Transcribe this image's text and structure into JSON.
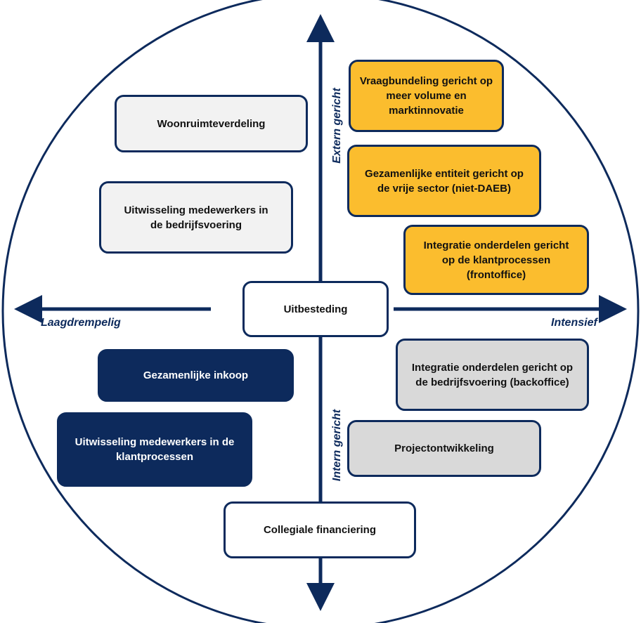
{
  "axes": {
    "left": "Laagdrempelig",
    "right": "Intensief",
    "top": "Extern gericht",
    "bottom": "Intern gericht"
  },
  "colors": {
    "navy": "#0d2a5c",
    "yellow": "#fbbd2e",
    "grey": "#d9d9d9",
    "light": "#f2f2f2",
    "white": "#ffffff"
  },
  "boxes": {
    "woonruimteverdeling": "Woonruimteverdeling",
    "uitwisseling_bedrijfsvoering": "Uitwisseling medewerkers in de bedrijfsvoering",
    "vraagbundeling": "Vraagbundeling gericht op meer volume en marktinnovatie",
    "gezamenlijke_entiteit": "Gezamenlijke entiteit gericht op de vrije sector (niet-DAEB)",
    "integratie_frontoffice": "Integratie onderdelen gericht op de klantprocessen (frontoffice)",
    "uitbesteding": "Uitbesteding",
    "gezamenlijke_inkoop": "Gezamenlijke inkoop",
    "uitwisseling_klantprocessen": "Uitwisseling medewerkers in de klantprocessen",
    "integratie_backoffice": "Integratie onderdelen gericht op de bedrijfsvoering (backoffice)",
    "projectontwikkeling": "Projectontwikkeling",
    "collegiale_financiering": "Collegiale financiering"
  }
}
